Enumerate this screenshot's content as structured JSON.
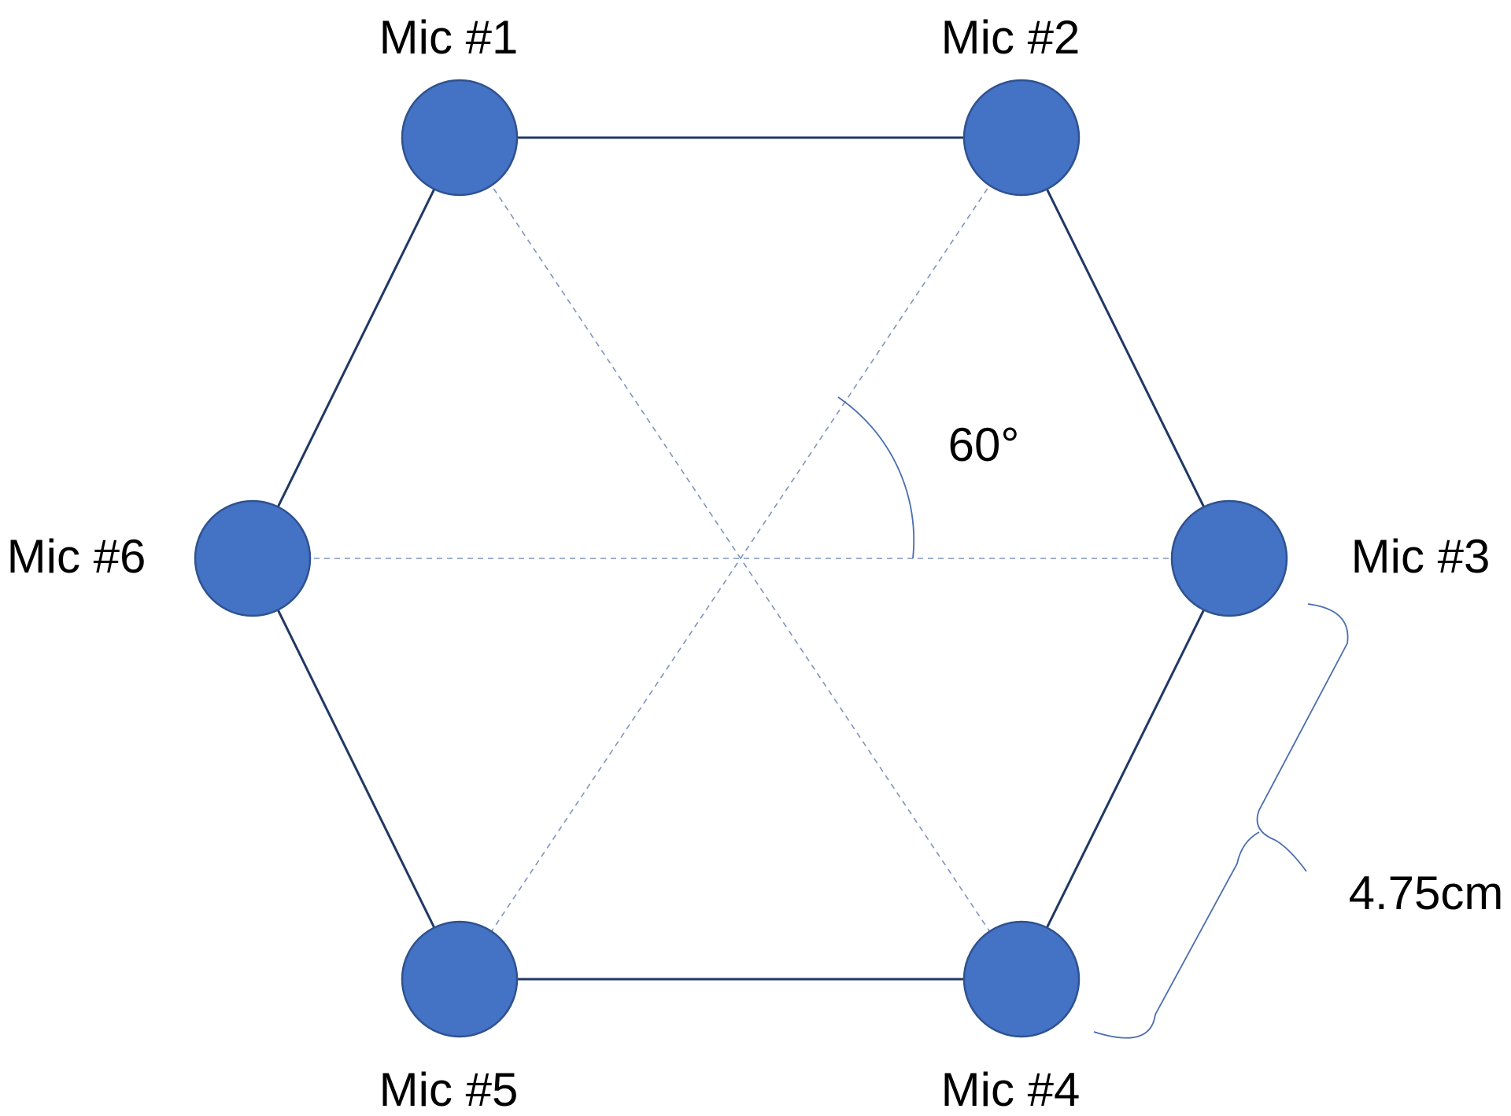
{
  "colors": {
    "node_fill": "#4472C4",
    "node_stroke": "#2F528F",
    "edge": "#203864",
    "diagonal": "#7F94BD",
    "annotation": "#4A6DB0",
    "text": "#000000"
  },
  "mics": [
    {
      "label": "Mic #1"
    },
    {
      "label": "Mic #2"
    },
    {
      "label": "Mic #3"
    },
    {
      "label": "Mic #4"
    },
    {
      "label": "Mic #5"
    },
    {
      "label": "Mic #6"
    }
  ],
  "angle_label": "60°",
  "distance_label": "4.75cm"
}
